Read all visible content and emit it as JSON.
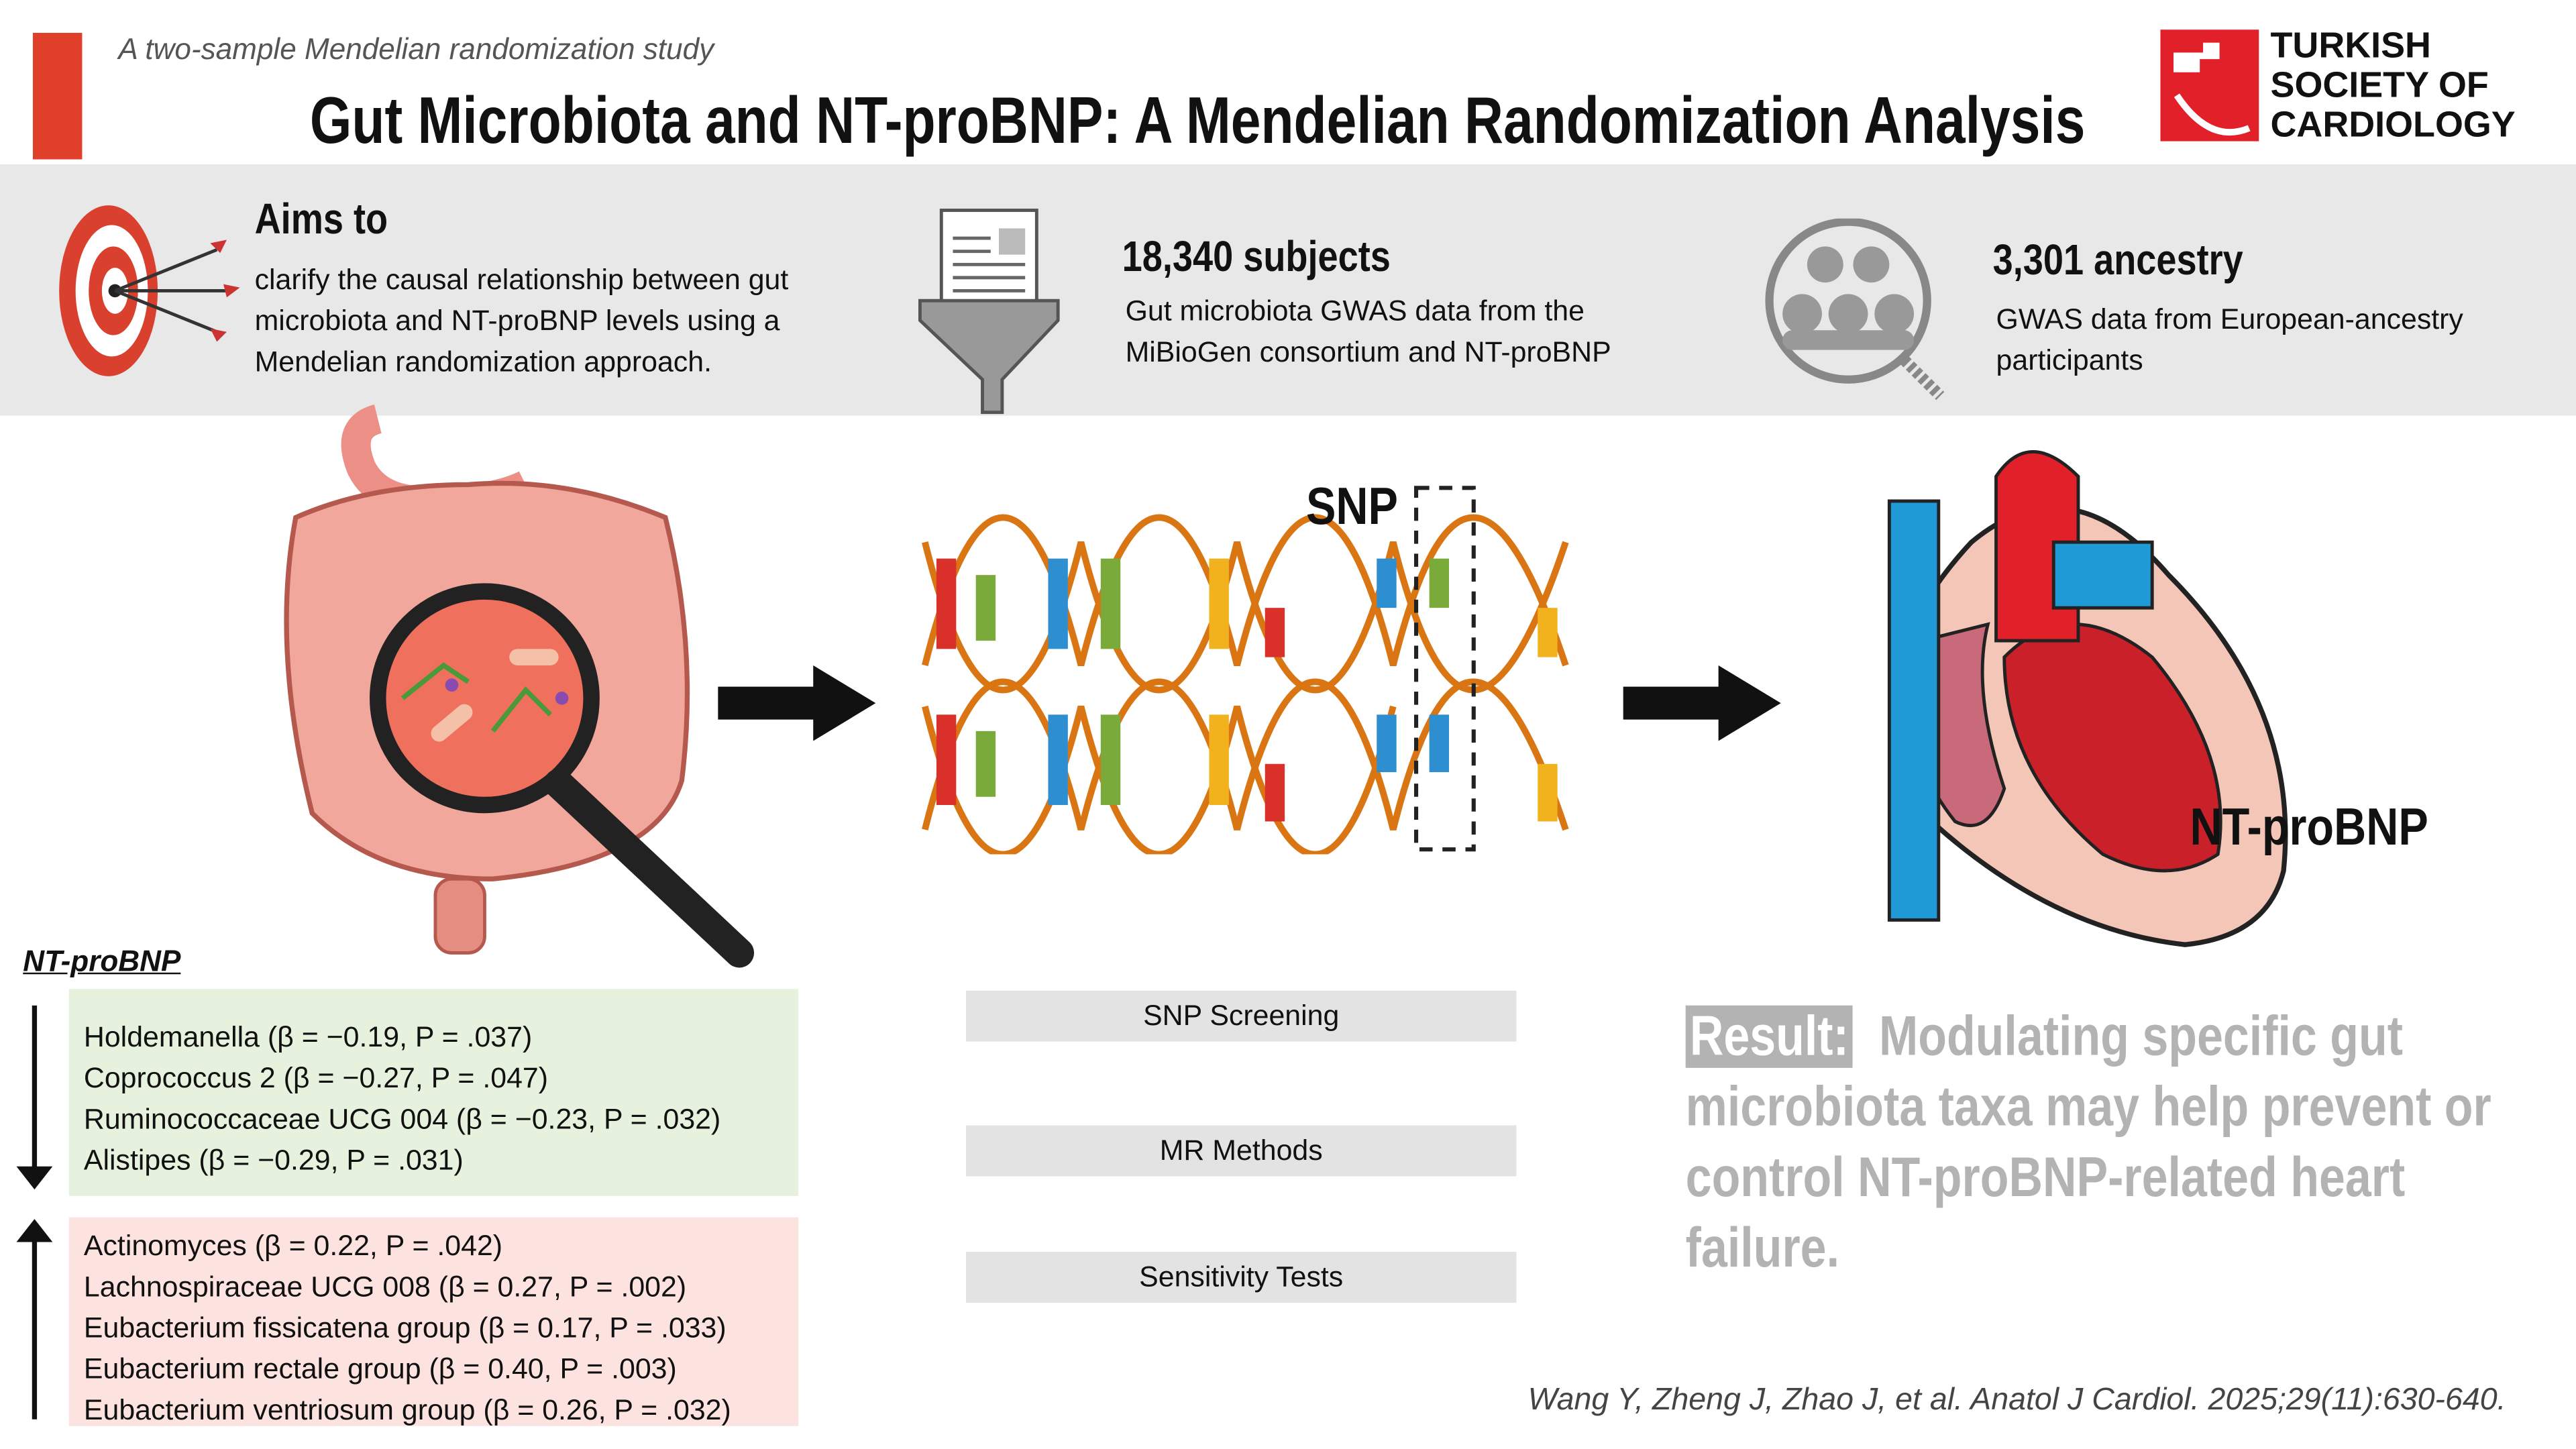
{
  "header": {
    "subtitle": "A two-sample Mendelian randomization study",
    "title": "Gut Microbiota and NT-proBNP: A Mendelian Randomization Analysis",
    "logo_lines": [
      "TURKISH",
      "SOCIETY OF",
      "CARDIOLOGY"
    ]
  },
  "summary": [
    {
      "heading": "Aims to",
      "text": "clarify the causal relationship between gut microbiota and NT-proBNP levels using a Mendelian randomization approach.",
      "icon": "target-icon"
    },
    {
      "heading": "18,340 subjects",
      "text": "Gut microbiota GWAS data from the MiBioGen consortium  and NT-proBNP",
      "icon": "funnel-document-icon"
    },
    {
      "heading": "3,301 ancestry",
      "text": "GWAS data from European-ancestry participants",
      "icon": "population-magnifier-icon"
    }
  ],
  "diagram": {
    "snp_label": "SNP",
    "heart_label": "NT-proBNP"
  },
  "findings": {
    "title": "NT-proBNP",
    "decreased": [
      "Holdemanella (β = −0.19, P = .037)",
      "Coprococcus 2 (β = −0.27, P = .047)",
      "Ruminococcaceae UCG 004 (β = −0.23, P = .032)",
      "Alistipes (β = −0.29, P = .031)"
    ],
    "increased": [
      "Actinomyces (β = 0.22, P = .042)",
      "Lachnospiraceae UCG 008 (β = 0.27, P = .002)",
      "Eubacterium fissicatena group (β = 0.17, P = .033)",
      "Eubacterium rectale group (β = 0.40, P = .003)",
      "Eubacterium ventriosum group (β = 0.26, P = .032)"
    ]
  },
  "methods": [
    "SNP Screening",
    "MR Methods",
    "Sensitivity Tests"
  ],
  "result": {
    "label": "Result:",
    "text": "Modulating specific gut microbiota taxa may help prevent or control NT-proBNP-related heart failure."
  },
  "citation": "Wang Y, Zheng J, Zhao J, et al. Anatol J Cardiol. 2025;29(11):630-640.",
  "colors": {
    "accent": "#e0402a",
    "green_box": "#e6f2de",
    "pink_box": "#fde3e0",
    "result_gray": "#b3b3b3"
  }
}
